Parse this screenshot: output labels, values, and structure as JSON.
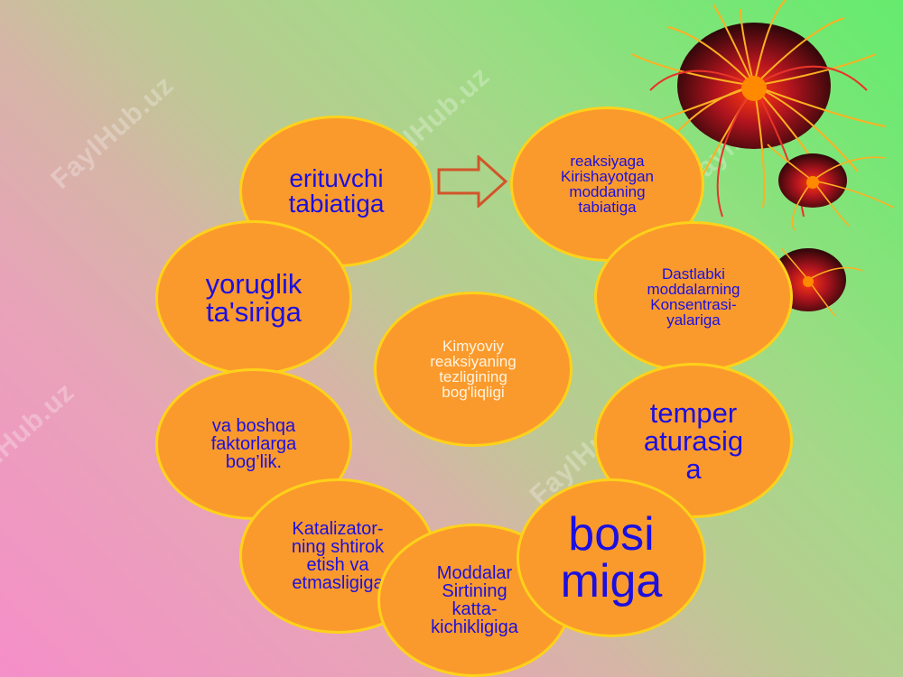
{
  "watermark": "FaylHub.uz",
  "center": "Kimyoviy\nreaksiyaning\ntezligining\nbog'liqligi",
  "bubbles": {
    "erituvchi": "erituvchi\ntabiatiga",
    "reaksiyaga": "reaksiyaga\nKirishayotgan\nmoddaning\ntabiatiga",
    "dastlabki": "Dastlabki\nmoddalarning\nKonsentrasi-\nyalariga",
    "temperatura": "temper\naturasig\na",
    "bosim": "bosi\nmiga",
    "moddalar": "Moddalar\nSirtining\nkatta-\nkichikligiga",
    "katalizator": "Katalizator-\nning shtirok\netish va\netmasligiga",
    "boshqa": "va boshqa\nfaktorlarga\nbog’lik.",
    "yoruglik": "yoruglik\nta'siriga"
  },
  "colors": {
    "bubble_fill": "#fb9a2c",
    "bubble_border": "#ffd21a",
    "text": "#1c0fe0",
    "center_text": "#fff4e0"
  }
}
